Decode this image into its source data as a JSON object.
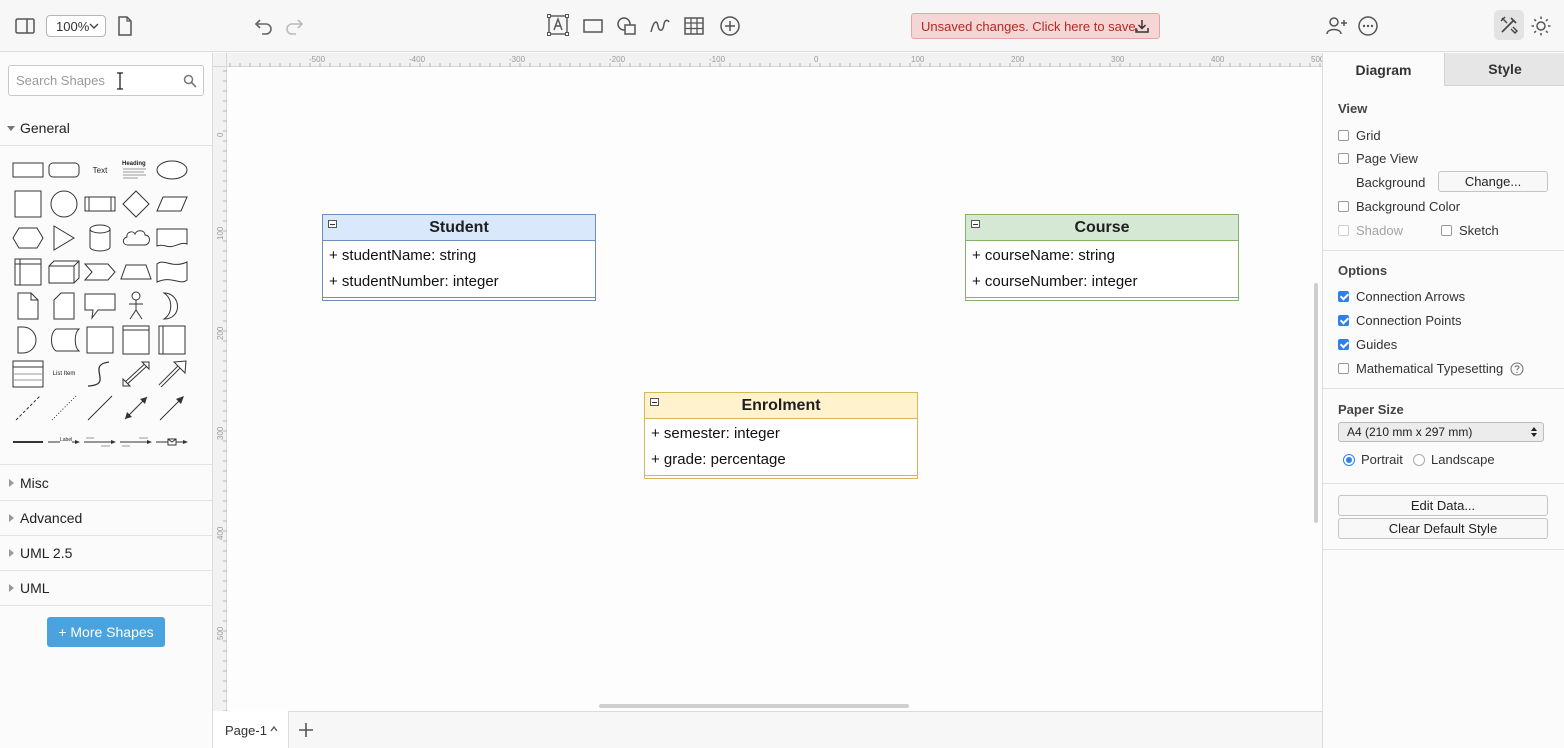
{
  "toolbar": {
    "zoom": "100%",
    "save_notice": "Unsaved changes. Click here to save."
  },
  "sidebar": {
    "search_placeholder": "Search Shapes",
    "sections": {
      "general": "General",
      "misc": "Misc",
      "advanced": "Advanced",
      "uml25": "UML 2.5",
      "uml": "UML"
    },
    "shape_labels": {
      "text": "Text",
      "heading": "Heading",
      "list_item": "List Item",
      "label": "Label"
    },
    "more_shapes": "+ More Shapes"
  },
  "rulers": {
    "horizontal": [
      "-500",
      "-400",
      "-300",
      "-200",
      "-100",
      "0",
      "100",
      "200",
      "300",
      "400",
      "500"
    ],
    "vertical": [
      "0",
      "100",
      "200",
      "300",
      "400",
      "500"
    ]
  },
  "diagram": {
    "student": {
      "title": "Student",
      "attributes": [
        "+ studentName: string",
        "+ studentNumber: integer"
      ],
      "fill": "#dae8fc",
      "stroke": "#6c8ebf"
    },
    "course": {
      "title": "Course",
      "attributes": [
        "+ courseName: string",
        "+ courseNumber: integer"
      ],
      "fill": "#d5e8d4",
      "stroke": "#82b366"
    },
    "enrolment": {
      "title": "Enrolment",
      "attributes": [
        "+ semester: integer",
        "+ grade: percentage"
      ],
      "fill": "#fff2cc",
      "stroke": "#d6b656"
    }
  },
  "pages": {
    "current": "Page-1"
  },
  "format_panel": {
    "tabs": [
      "Diagram",
      "Style"
    ],
    "view": {
      "heading": "View",
      "grid": "Grid",
      "page_view": "Page View",
      "background": "Background",
      "change_button": "Change...",
      "background_color": "Background Color",
      "shadow": "Shadow",
      "sketch": "Sketch"
    },
    "options": {
      "heading": "Options",
      "connection_arrows": "Connection Arrows",
      "connection_points": "Connection Points",
      "guides": "Guides",
      "math": "Mathematical Typesetting"
    },
    "paper": {
      "heading": "Paper Size",
      "size": "A4 (210 mm x 297 mm)",
      "portrait": "Portrait",
      "landscape": "Landscape"
    },
    "edit_data": "Edit Data...",
    "clear_default_style": "Clear Default Style"
  }
}
